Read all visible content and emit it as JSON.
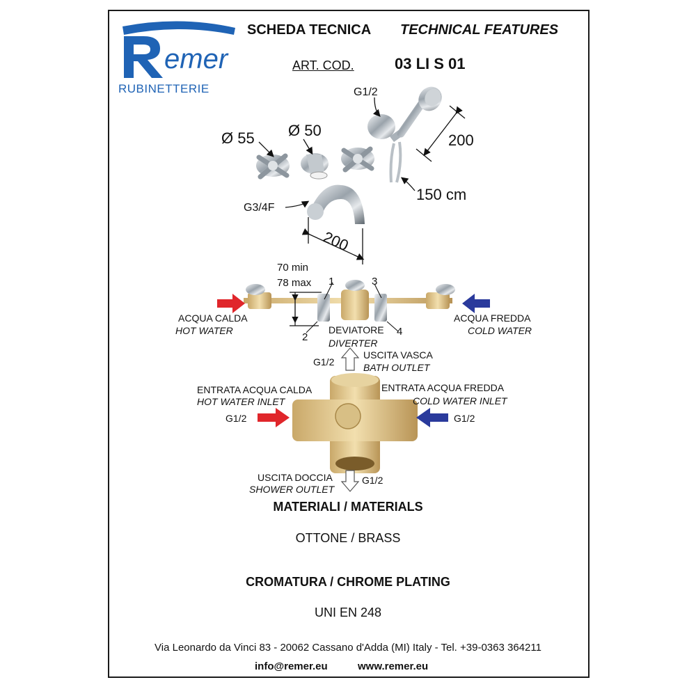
{
  "brand": {
    "name": "Remer",
    "subtitle": "RUBINETTERIE",
    "color": "#1f63b5"
  },
  "header": {
    "title_it": "SCHEDA TECNICA",
    "title_en": "TECHNICAL FEATURES",
    "art_label": "ART. COD.",
    "art_code": "03 LI S 01"
  },
  "product": {
    "shower_thread": "G1/2",
    "shower_length": "200",
    "hose_length": "150 cm",
    "handle_diam_left": "Ø 55",
    "handle_diam_mid": "Ø 50",
    "spout_thread": "G3/4F",
    "spout_length": "200"
  },
  "installation": {
    "spacing_min": "70 min",
    "spacing_max": "78 max",
    "num1": "1",
    "num2": "2",
    "num3": "3",
    "num4": "4",
    "hot_it": "ACQUA CALDA",
    "hot_en": "HOT WATER",
    "cold_it": "ACQUA FREDDA",
    "cold_en": "COLD WATER",
    "diverter_it": "DEVIATORE",
    "diverter_en": "DIVERTER",
    "hot_color": "#e0262b",
    "cold_color": "#2a3a9c"
  },
  "diverter_body": {
    "bath_thread": "G1/2",
    "bath_it": "USCITA VASCA",
    "bath_en": "BATH OUTLET",
    "hot_in_it": "ENTRATA ACQUA CALDA",
    "hot_in_en": "HOT WATER INLET",
    "cold_in_it": "ENTRATA ACQUA FREDDA",
    "cold_in_en": "COLD WATER INLET",
    "hot_thread": "G1/2",
    "cold_thread": "G1/2",
    "shower_it": "USCITA DOCCIA",
    "shower_en": "SHOWER OUTLET",
    "shower_thread": "G1/2"
  },
  "materials": {
    "heading": "MATERIALI / MATERIALS",
    "material": "OTTONE / BRASS",
    "plating_heading": "CROMATURA / CHROME PLATING",
    "standard": "UNI EN 248"
  },
  "footer": {
    "address": "Via Leonardo da Vinci 83 - 20062 Cassano d'Adda (MI) Italy - Tel. +39-0363 364211",
    "email": "info@remer.eu",
    "web": "www.remer.eu"
  }
}
